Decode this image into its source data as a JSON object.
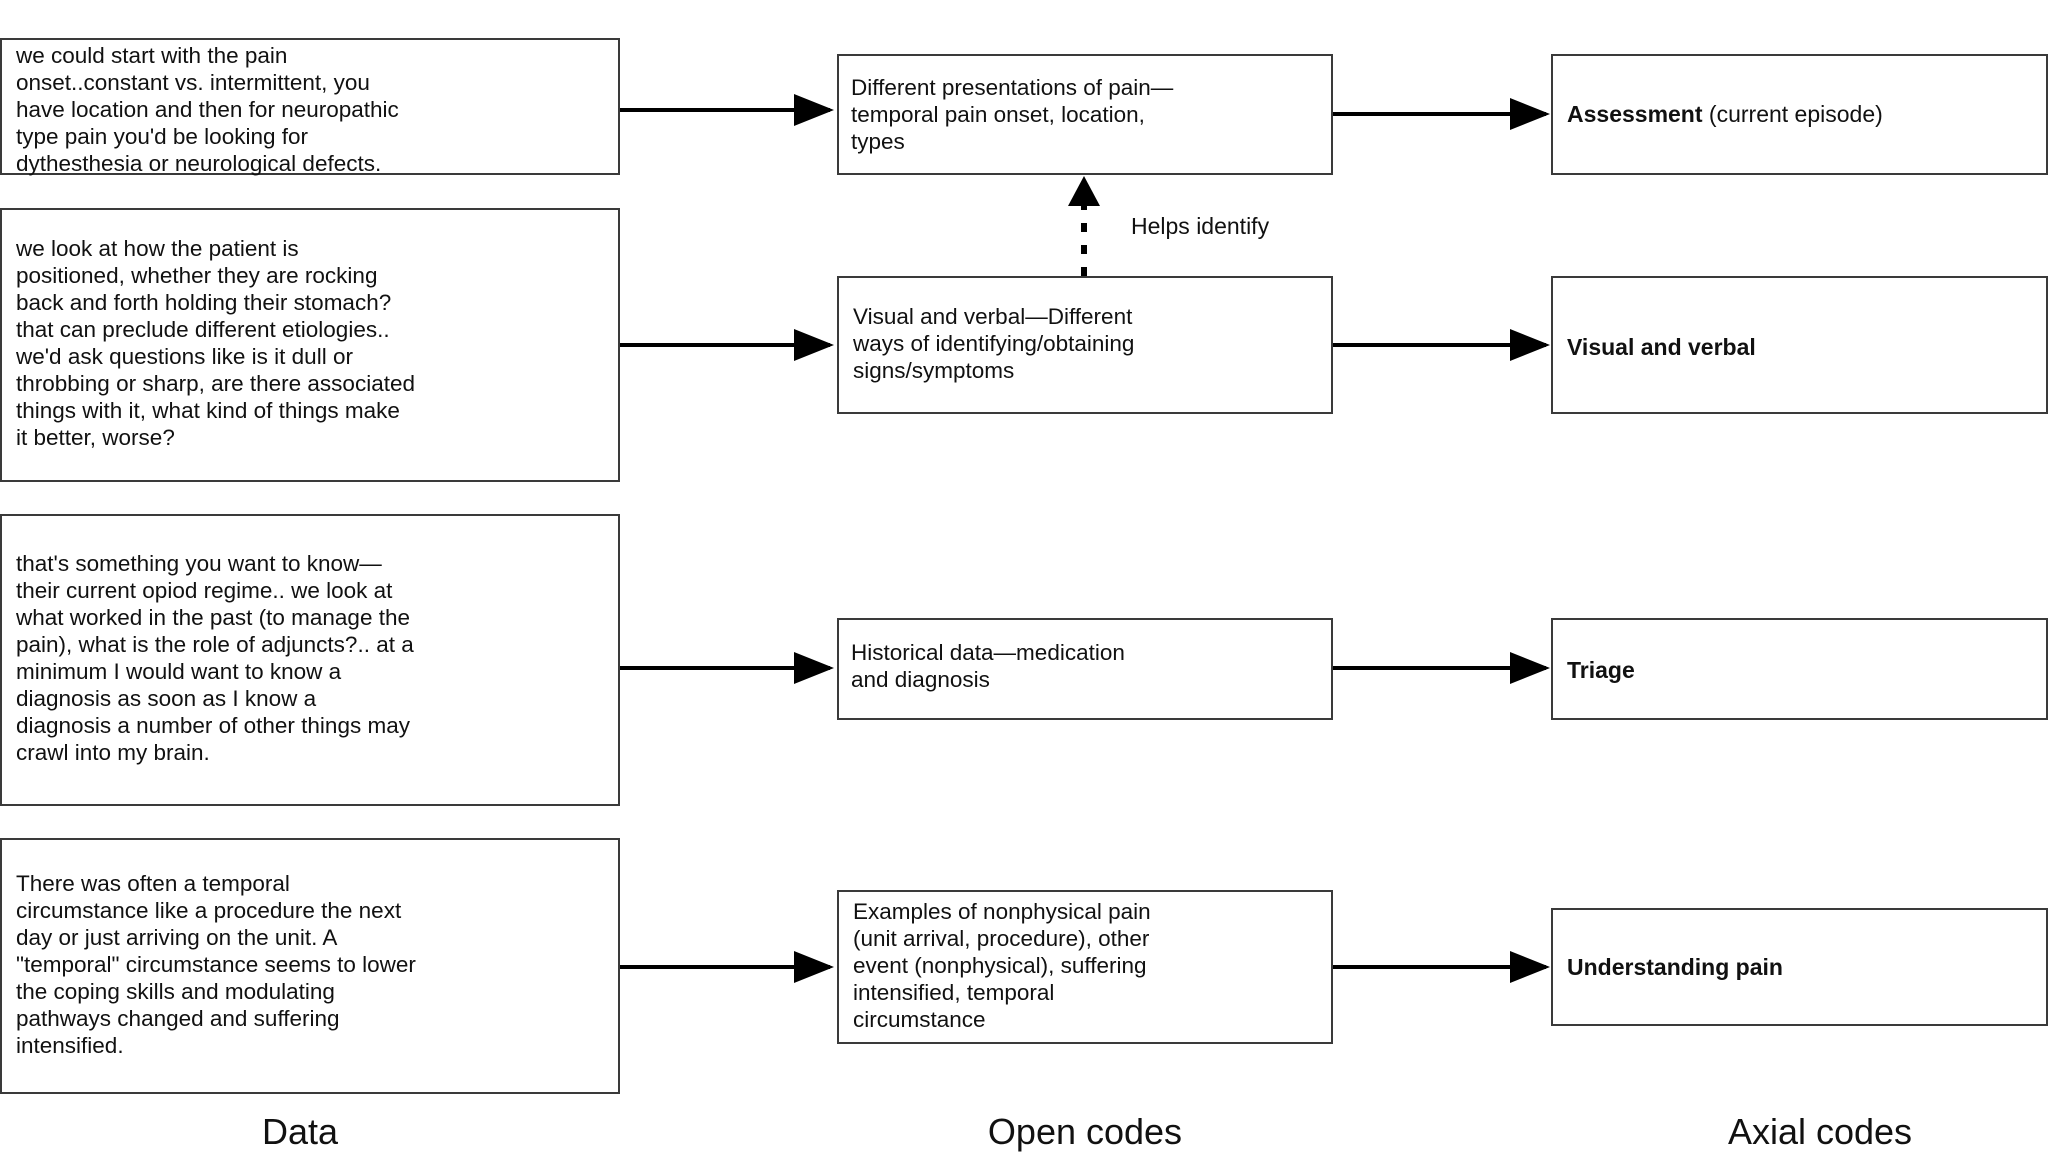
{
  "data_boxes": [
    "we could start with the pain\nonset..constant vs. intermittent, you\nhave location and then for neuropathic\ntype pain you'd be looking for\ndythesthesia or neurological defects.",
    "we look at how the patient is\npositioned, whether they are rocking\nback and forth holding their stomach?\nthat can preclude different etiologies..\nwe'd ask questions like is it dull or\nthrobbing or sharp, are there associated\nthings with it, what kind of things make\nit better, worse?",
    "that's something you want to know—\ntheir current opiod regime.. we look at\nwhat worked in the past (to manage the\npain), what is the role of adjuncts?.. at a\nminimum I would want to know a\ndiagnosis as soon as I know a\ndiagnosis a number of other things may\ncrawl into my brain.",
    "There was often a temporal\ncircumstance like a procedure the next\nday or just arriving on the unit. A\n\"temporal\" circumstance seems to lower\nthe coping skills and modulating\npathways changed and suffering\nintensified."
  ],
  "open_codes": [
    "Different presentations of pain—\ntemporal pain onset, location,\ntypes",
    "Visual and verbal—Different\nways of identifying/obtaining\nsigns/symptoms",
    "Historical data—medication\nand diagnosis",
    "Examples of nonphysical pain\n(unit arrival, procedure), other\nevent (nonphysical), suffering\nintensified, temporal\ncircumstance"
  ],
  "axial_codes": [
    {
      "bold": "Assessment",
      "normal": " (current episode)"
    },
    {
      "bold": "Visual and verbal",
      "normal": ""
    },
    {
      "bold": "Triage",
      "normal": ""
    },
    {
      "bold": "Understanding pain",
      "normal": ""
    }
  ],
  "helps_identify": "Helps identify",
  "column_labels": {
    "data": "Data",
    "open_codes": "Open codes",
    "axial_codes": "Axial codes"
  }
}
